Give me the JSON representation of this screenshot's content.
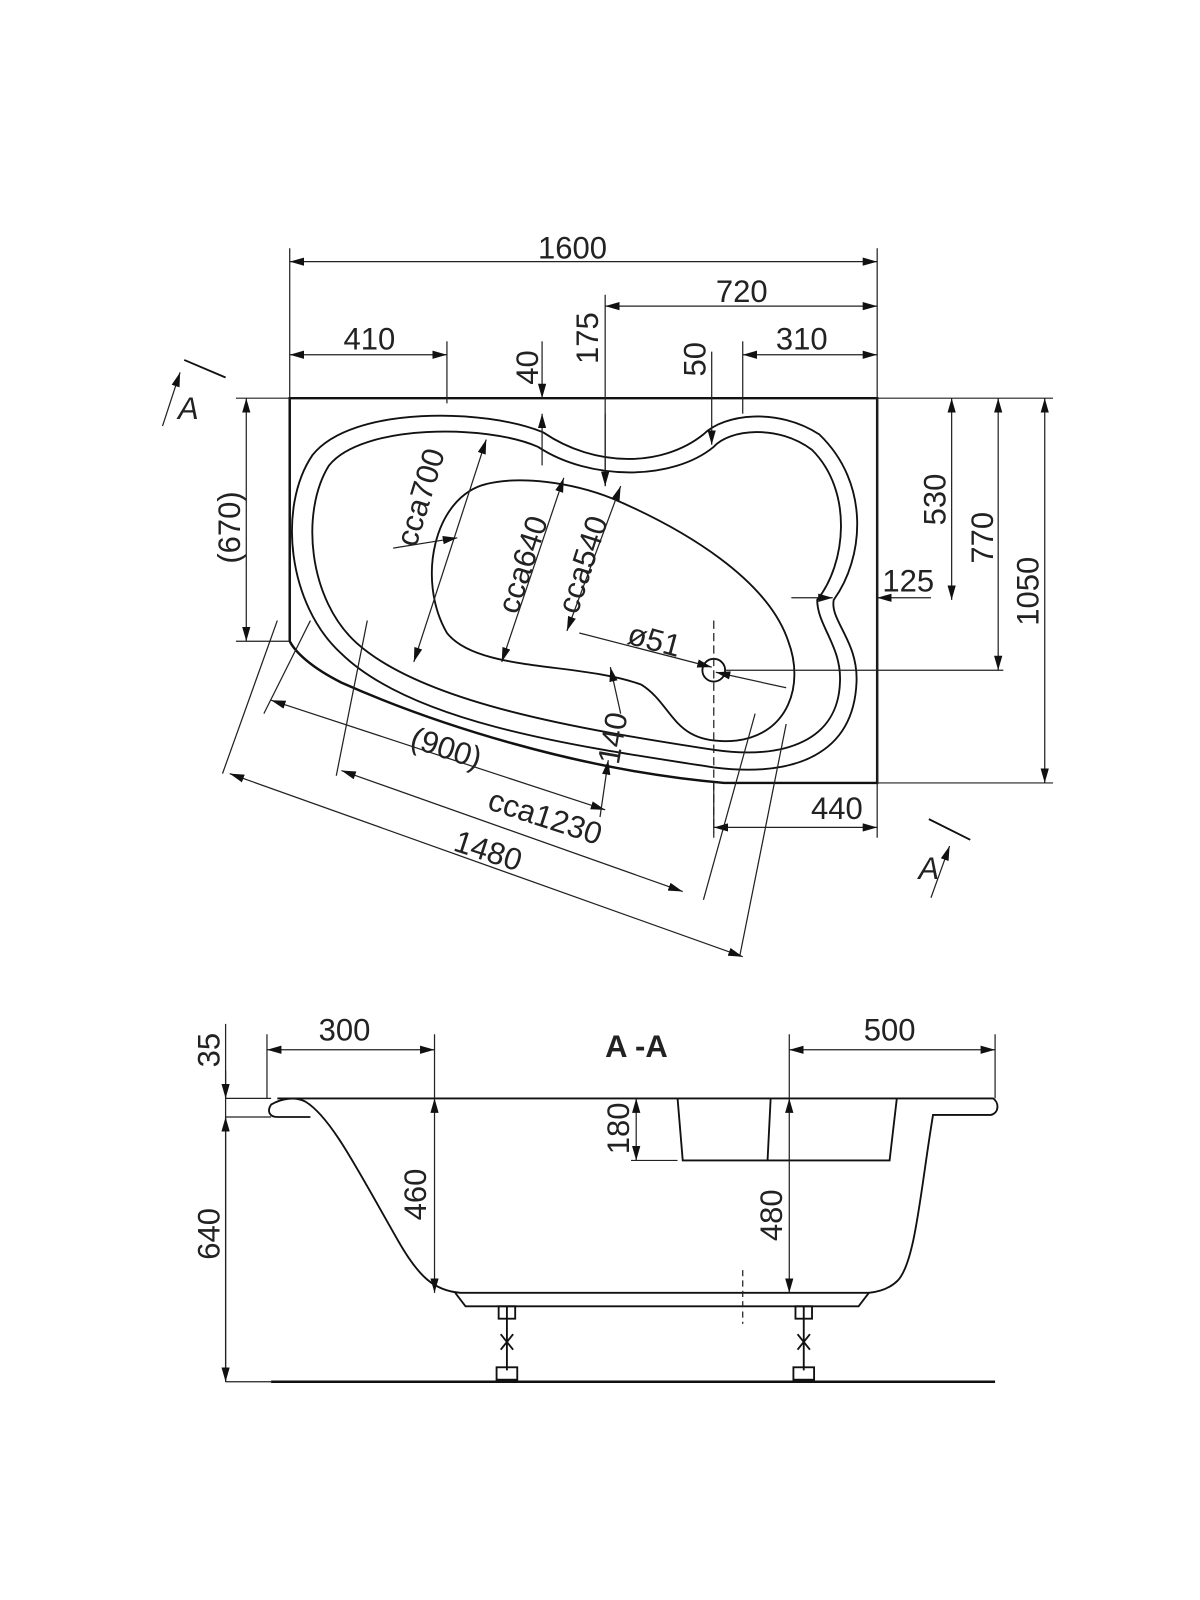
{
  "top_view": {
    "width_total": "1600",
    "offset_720": "720",
    "offset_410": "410",
    "offset_310": "310",
    "offset_40": "40",
    "offset_175": "175",
    "offset_50": "50",
    "height_670": "(670)",
    "height_530": "530",
    "height_770": "770",
    "height_1050": "1050",
    "rim_125": "125",
    "inner_cca700": "cca700",
    "inner_cca640": "cca640",
    "inner_cca540": "cca540",
    "drain_diameter": "ø51",
    "depth_140": "140",
    "length_900": "(900)",
    "length_cca1230": "cca1230",
    "length_1480": "1480",
    "width_440": "440",
    "section_marker": "A"
  },
  "section_view": {
    "title": "A -A",
    "rim_35": "35",
    "offset_300": "300",
    "offset_500": "500",
    "height_640": "640",
    "depth_460": "460",
    "depth_480": "480",
    "seat_180": "180"
  }
}
